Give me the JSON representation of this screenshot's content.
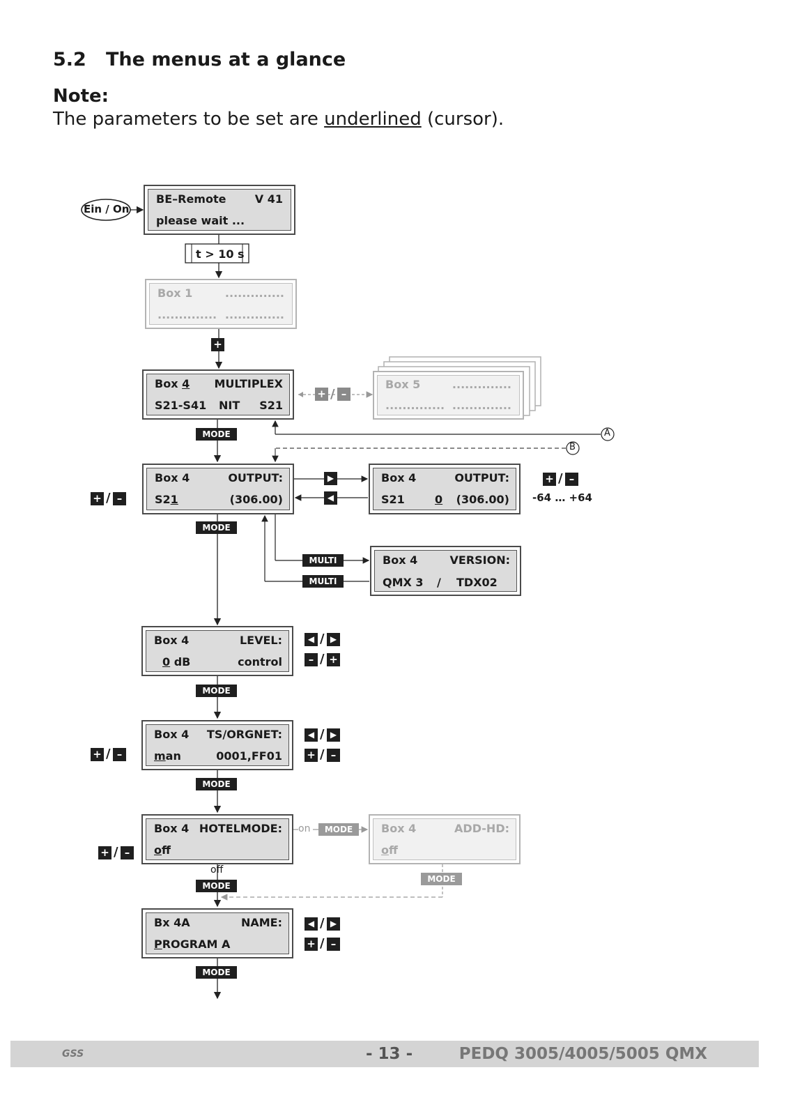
{
  "section": {
    "number": "5.2",
    "title": "The menus at a glance"
  },
  "note": {
    "label": "Note:",
    "text_before": "The parameters to be set are ",
    "underlined": "underlined",
    "text_after": " (cursor)."
  },
  "start": {
    "label": "Ein / On",
    "line1_left": "BE–Remote",
    "line1_right": "V 41",
    "line2": "please wait ...",
    "timer": "t > 10 s"
  },
  "box1": {
    "l1a": "Box 1",
    "l1b": "..............",
    "l2a": "..............",
    "l2b": ".............."
  },
  "multiplex": {
    "l1a": "Box ",
    "l1_cursor": "4",
    "l1b": "MULTIPLEX",
    "l2a": "S21-S41",
    "l2b": "NIT",
    "l2c": "S21"
  },
  "box5": {
    "l1a": "Box 5",
    "l1b": "..............",
    "l2a": "..............",
    "l2b": ".............."
  },
  "output": {
    "l1a": "Box 4",
    "l1b": "OUTPUT:",
    "l2a": "S2",
    "l2_cursor": "1",
    "l2b": "(306.00)"
  },
  "output2": {
    "l1a": "Box 4",
    "l1b": "OUTPUT:",
    "l2a": "S21",
    "l2_cursor": "0",
    "l2b": "(306.00)",
    "range": "-64 … +64"
  },
  "version": {
    "l1a": "Box 4",
    "l1b": "VERSION:",
    "l2a": "QMX 3",
    "l2b": "/",
    "l2c": "TDX02"
  },
  "level": {
    "l1a": "Box 4",
    "l1b": "LEVEL:",
    "l2_cursor": "0",
    "l2a": " dB",
    "l2b": "control"
  },
  "ts": {
    "l1a": "Box 4",
    "l1b": "TS/ORGNET:",
    "l2_cursor": "m",
    "l2a": "an",
    "l2b": "0001,FF01"
  },
  "hotel": {
    "l1a": "Box 4",
    "l1b": "HOTELMODE:",
    "l2_cursor": "o",
    "l2a": "ff",
    "on_label": "on",
    "off_label": "off"
  },
  "addhd": {
    "l1a": "Box 4",
    "l1b": "ADD-HD:",
    "l2_cursor": "o",
    "l2a": "ff"
  },
  "name": {
    "l1a": "Bx 4A",
    "l1b": "NAME:",
    "l2_cursor": "P",
    "l2a": "ROGRAM A"
  },
  "keys": {
    "mode": "MODE",
    "multi": "MULTI",
    "plus": "+",
    "minus": "–",
    "left": "◀",
    "right": "▶",
    "slash": "/",
    "marker_a": "A",
    "marker_b": "B"
  },
  "footer": {
    "logo": "GSS",
    "page": "- 13 -",
    "model": "PEDQ 3005/4005/5005 QMX"
  }
}
